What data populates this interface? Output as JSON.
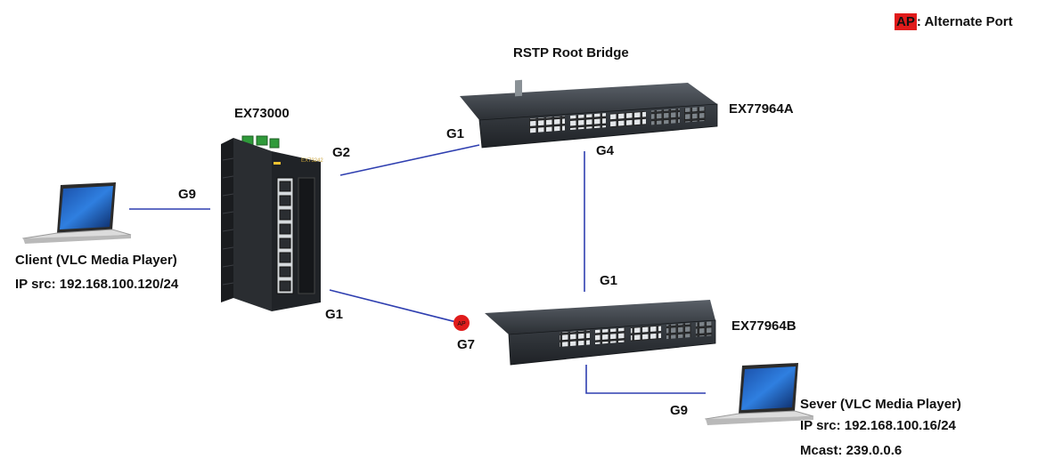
{
  "legend": {
    "badge": "AP",
    "text": ": Alternate Port",
    "badge_color": "#e01b1b"
  },
  "devices": {
    "root": {
      "title": "RSTP Root Bridge",
      "name": "EX77964A"
    },
    "ex73000": {
      "name": "EX73000",
      "panel_text": "EX73242"
    },
    "ex77964b": {
      "name": "EX77964B"
    },
    "client": {
      "line1": "Client (VLC Media Player)",
      "line2": "IP src: 192.168.100.120/24"
    },
    "server": {
      "line1": "Sever (VLC Media Player)",
      "line2": "IP src: 192.168.100.16/24",
      "line3": "Mcast: 239.0.0.6"
    }
  },
  "ports": {
    "client_g9": "G9",
    "ex73000_g2": "G2",
    "ex73000_g1": "G1",
    "root_g1": "G1",
    "root_g4": "G4",
    "b_g1": "G1",
    "b_g7": "G7",
    "b_g9": "G9",
    "ap_badge": "AP"
  },
  "colors": {
    "link": "#2f3fb0",
    "switch_body": "#3b4046",
    "port": "#d8dcdf",
    "ap": "#e01b1b"
  }
}
